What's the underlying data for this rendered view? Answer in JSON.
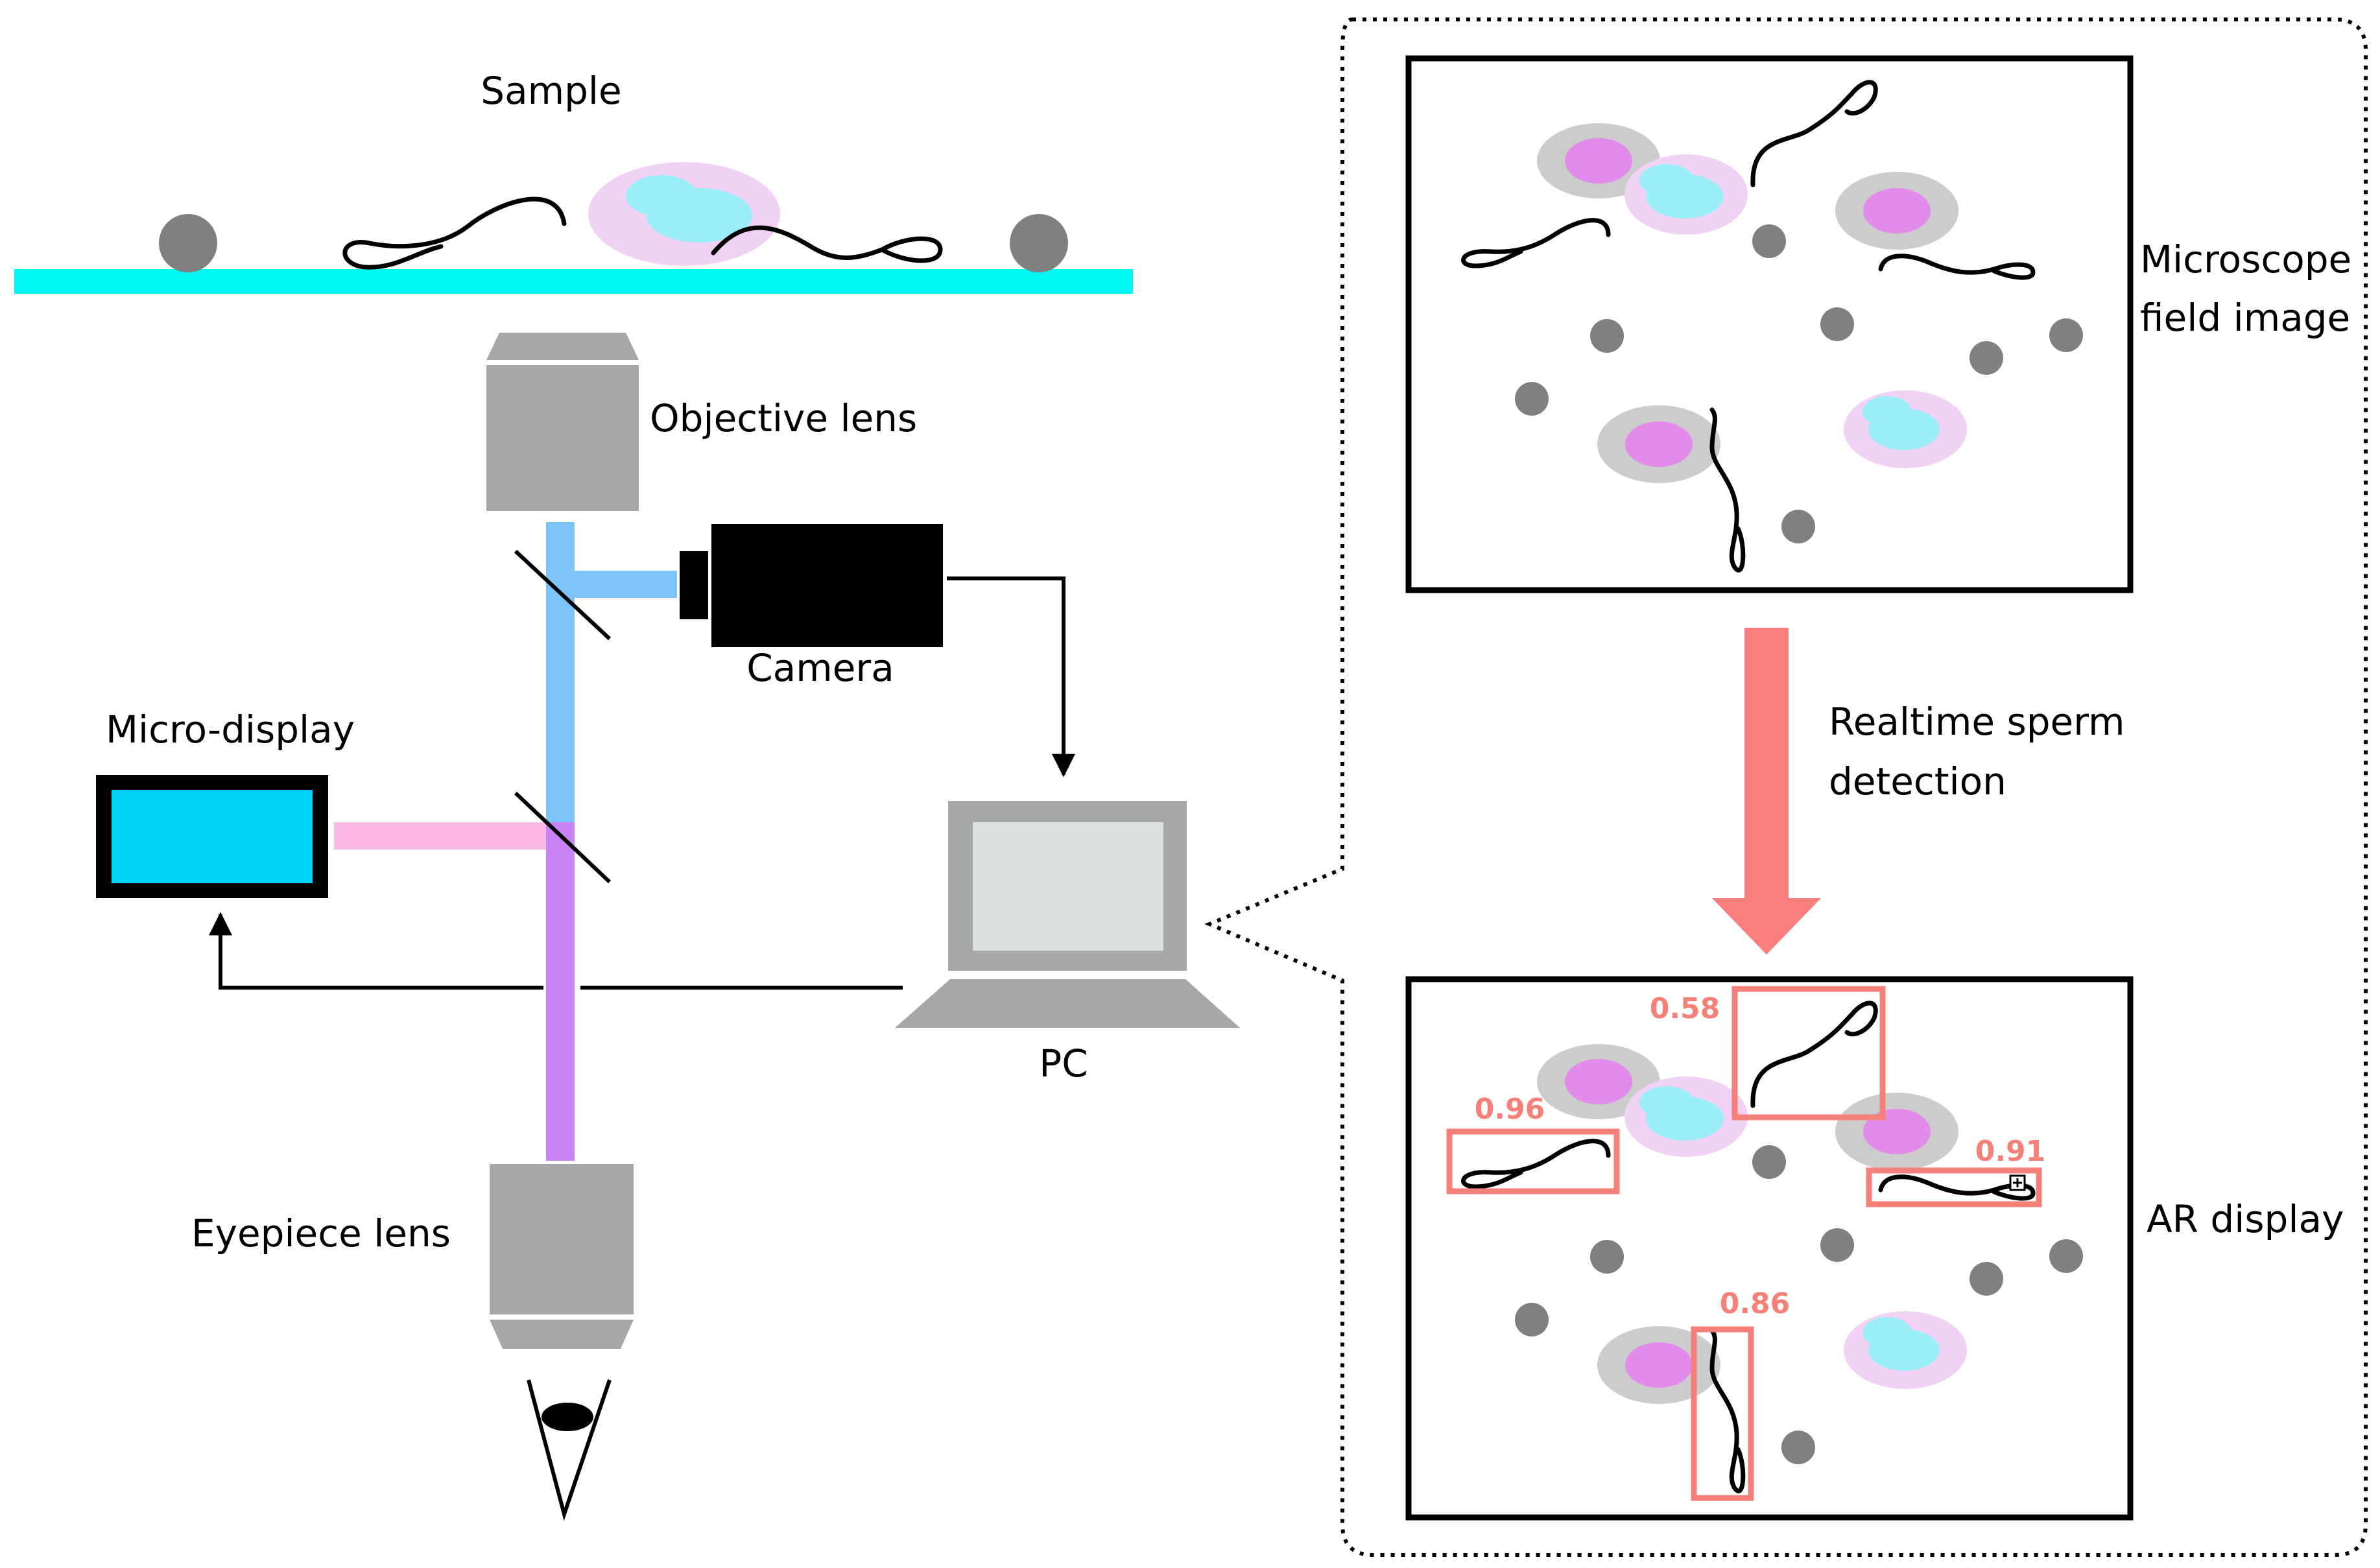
{
  "labels": {
    "sample": "Sample",
    "objective_lens": "Objective lens",
    "camera": "Camera",
    "micro_display": "Micro-display",
    "pc": "PC",
    "eyepiece_lens": "Eyepiece lens",
    "microscope_field_line1": "Microscope",
    "microscope_field_line2": "field image",
    "realtime_line1": "Realtime sperm",
    "realtime_line2": "detection",
    "ar_display": "AR display"
  },
  "detections": [
    {
      "score": "0.58"
    },
    {
      "score": "0.96"
    },
    {
      "score": "0.91"
    },
    {
      "score": "0.86"
    }
  ],
  "colors": {
    "slide": "#00F5F5",
    "particle": "#808080",
    "lens_gray": "#A5A8A6",
    "camera_light_path": "#7CC4FA",
    "display_light_path": "#FBB8E4",
    "combined_light_path": "#CB82F5",
    "micro_display_screen": "#00D2F5",
    "pc_screen": "#DDE0E0",
    "detection_box": "#F58078",
    "detection_arrow": "#FA7F7C",
    "cell_gray": "#CCCCCC",
    "cell_nucleus": "#E28BEA",
    "cell_pink": "#F2D2F4",
    "cell_cyan": "#9BEEF8"
  }
}
